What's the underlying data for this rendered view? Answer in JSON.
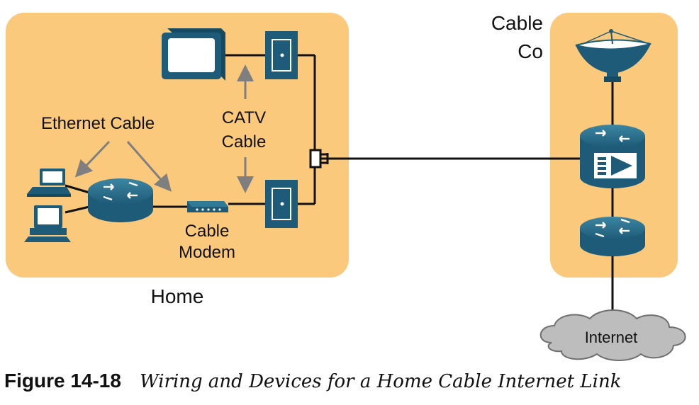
{
  "labels": {
    "home": "Home",
    "cable_co_line1": "Cable",
    "cable_co_line2": "Co",
    "ethernet_cable": "Ethernet Cable",
    "catv_line1": "CATV",
    "catv_line2": "Cable",
    "modem_line1": "Cable",
    "modem_line2": "Modem",
    "internet": "Internet"
  },
  "caption": {
    "number": "Figure 14-18",
    "title": "Wiring and Devices for a Home Cable Internet Link"
  },
  "colors": {
    "zone_fill": "#FBC97B",
    "device": "#1E5B78",
    "device_light": "#2F7A97",
    "line": "#111111",
    "arrow": "#7F7F7F",
    "cloud": "#BDBDBD"
  },
  "icons": [
    "tv-icon",
    "wall-outlet-icon",
    "splitter-icon",
    "router-icon",
    "laptop-icon",
    "desktop-pc-icon",
    "cable-modem-icon",
    "satellite-dish-icon",
    "cmts-icon",
    "cloud-icon"
  ]
}
